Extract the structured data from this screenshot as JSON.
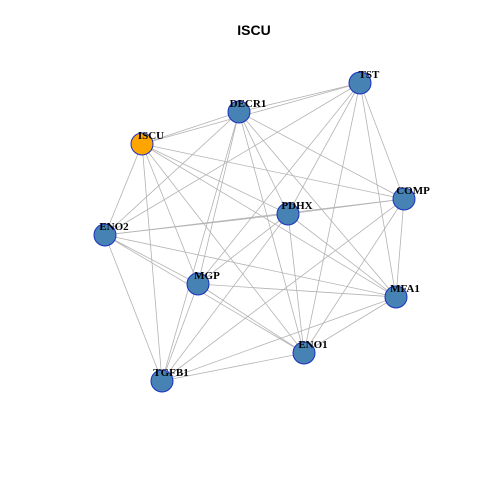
{
  "title": "ISCU",
  "colors": {
    "background": "#ffffff",
    "edge": "#b3b3b3",
    "node_default": "#4682b4",
    "node_highlight": "#ffa500",
    "node_border": "#1a2fbf"
  },
  "nodes": [
    {
      "id": "ISCU",
      "label": "ISCU",
      "highlight": true
    },
    {
      "id": "DECR1",
      "label": "DECR1",
      "highlight": false
    },
    {
      "id": "TST",
      "label": "TST",
      "highlight": false
    },
    {
      "id": "COMP",
      "label": "COMP",
      "highlight": false
    },
    {
      "id": "PDHX",
      "label": "PDHX",
      "highlight": false
    },
    {
      "id": "ENO2",
      "label": "ENO2",
      "highlight": false
    },
    {
      "id": "MGP",
      "label": "MGP",
      "highlight": false
    },
    {
      "id": "MFA1",
      "label": "MFA1",
      "highlight": false
    },
    {
      "id": "ENO1",
      "label": "ENO1",
      "highlight": false
    },
    {
      "id": "TGFB1",
      "label": "TGFB1",
      "highlight": false
    }
  ],
  "edges": [
    [
      "ISCU",
      "DECR1"
    ],
    [
      "ISCU",
      "TST"
    ],
    [
      "ISCU",
      "COMP"
    ],
    [
      "ISCU",
      "PDHX"
    ],
    [
      "ISCU",
      "ENO2"
    ],
    [
      "ISCU",
      "MGP"
    ],
    [
      "ISCU",
      "MFA1"
    ],
    [
      "ISCU",
      "ENO1"
    ],
    [
      "ISCU",
      "TGFB1"
    ],
    [
      "DECR1",
      "TST"
    ],
    [
      "DECR1",
      "COMP"
    ],
    [
      "DECR1",
      "PDHX"
    ],
    [
      "DECR1",
      "ENO2"
    ],
    [
      "DECR1",
      "MGP"
    ],
    [
      "DECR1",
      "MFA1"
    ],
    [
      "DECR1",
      "ENO1"
    ],
    [
      "DECR1",
      "TGFB1"
    ],
    [
      "TST",
      "COMP"
    ],
    [
      "TST",
      "PDHX"
    ],
    [
      "TST",
      "ENO2"
    ],
    [
      "TST",
      "MGP"
    ],
    [
      "TST",
      "MFA1"
    ],
    [
      "TST",
      "ENO1"
    ],
    [
      "COMP",
      "PDHX"
    ],
    [
      "COMP",
      "ENO2"
    ],
    [
      "COMP",
      "MFA1"
    ],
    [
      "COMP",
      "ENO1"
    ],
    [
      "COMP",
      "TGFB1"
    ],
    [
      "PDHX",
      "ENO2"
    ],
    [
      "PDHX",
      "MGP"
    ],
    [
      "PDHX",
      "MFA1"
    ],
    [
      "PDHX",
      "ENO1"
    ],
    [
      "PDHX",
      "TGFB1"
    ],
    [
      "ENO2",
      "MGP"
    ],
    [
      "ENO2",
      "MFA1"
    ],
    [
      "ENO2",
      "ENO1"
    ],
    [
      "ENO2",
      "TGFB1"
    ],
    [
      "MGP",
      "MFA1"
    ],
    [
      "MGP",
      "ENO1"
    ],
    [
      "MGP",
      "TGFB1"
    ],
    [
      "MFA1",
      "ENO1"
    ],
    [
      "MFA1",
      "TGFB1"
    ],
    [
      "ENO1",
      "TGFB1"
    ]
  ]
}
